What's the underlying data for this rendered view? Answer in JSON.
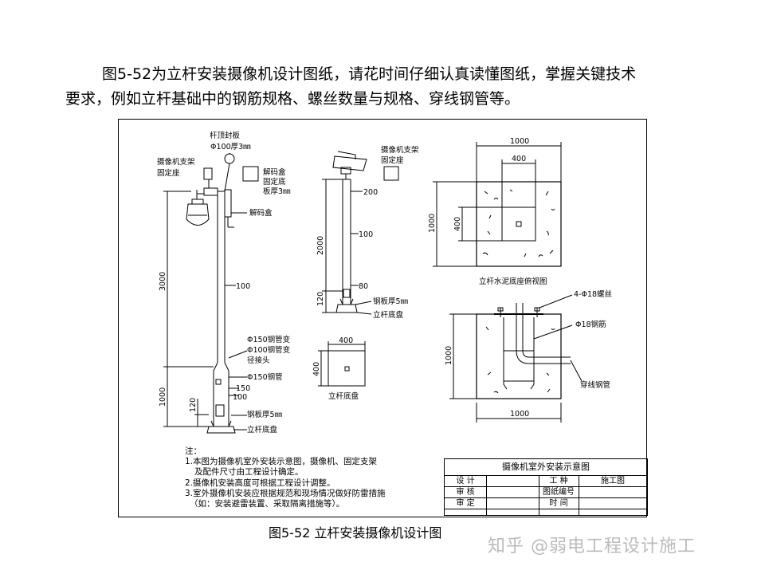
{
  "intro": {
    "line1": "图5-52为立杆安装摄像机设计图纸，请花时间仔细认真读懂图纸，掌握关键技术",
    "line2": "要求，例如立杆基础中的钢筋规格、螺丝数量与规格、穿线钢管等。"
  },
  "drawing": {
    "left_pole": {
      "top_cap_label1": "杆顶封板",
      "top_cap_label2": "Φ100厚3㎜",
      "bracket_label1": "摄像机支架",
      "bracket_label2": "固定座",
      "decoder_plate_1": "解码盒",
      "decoder_plate_2": "固定底",
      "decoder_plate_3": "板厚3㎜",
      "decoder_label": "解码盒",
      "dim_3000": "3000",
      "dim_1000": "1000",
      "dim_120": "120",
      "dim_100_upper": "100",
      "pipe_change_1": "Φ150钢管变",
      "pipe_change_2": "Φ100钢管变",
      "pipe_change_3": "径接头",
      "pipe_150": "Φ150钢管",
      "dim_150": "150",
      "dim_100_lower": "100",
      "plate_thickness": "钢板厚5㎜",
      "base_label": "立杆底盘"
    },
    "mid_pole": {
      "bracket_label1": "摄像机支架",
      "bracket_label2": "固定座",
      "dim_200": "200",
      "dim_100": "100",
      "dim_2000": "2000",
      "dim_80": "80",
      "dim_120": "120",
      "plate_thickness": "钢板厚5㎜",
      "base_label": "立杆底盘"
    },
    "base_plate": {
      "dim_w": "400",
      "dim_h": "400",
      "label": "立杆底盘"
    },
    "foundation_top": {
      "dim_1000_w": "1000",
      "dim_400_w": "400",
      "dim_1000_h": "1000",
      "dim_400_h": "400",
      "label": "立杆水泥底座俯视图"
    },
    "foundation_section": {
      "bolts": "4-Φ18螺丝",
      "rebar": "Φ18钢筋",
      "dim_1000_h": "1000",
      "conduit": "穿线钢管",
      "dim_1000_w": "1000"
    }
  },
  "notes": {
    "title": "注：",
    "n1a": "1.本图为摄像机室外安装示意图，摄像机、固定支架",
    "n1b": "及配件尺寸由工程设计确定。",
    "n2": "2.摄像机安装高度可根据工程设计调整。",
    "n3a": "3.室外摄像机安装应根据规范和现场情况做好防雷措施",
    "n3b": "（如：安装避雷装置、采取隔离措施等）。"
  },
  "title_block": {
    "title": "摄像机室外安装示意图",
    "design": "设 计",
    "trade": "工 种",
    "trade_val": "施工图",
    "review": "审 核",
    "drawing_no": "图纸编号",
    "approve": "审 定",
    "time": "时 间"
  },
  "caption": "图5-52 立杆安装摄像机设计图",
  "watermark": "知乎 @弱电工程设计施工"
}
